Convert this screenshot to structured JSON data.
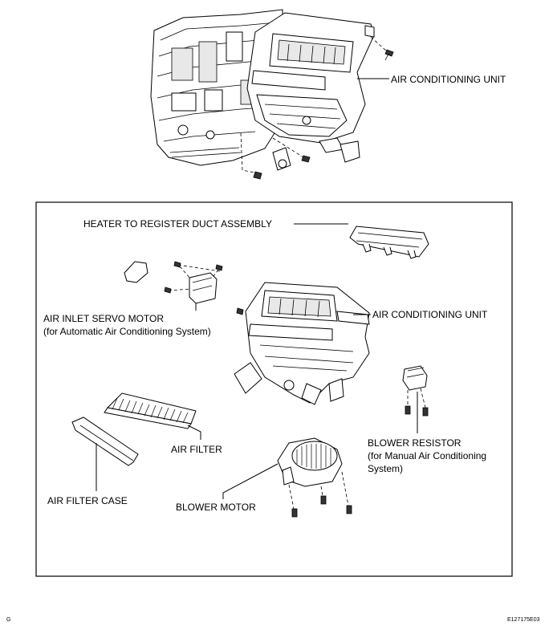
{
  "top_view": {
    "label_ac_unit": "AIR CONDITIONING UNIT"
  },
  "exploded_view": {
    "label_heater_duct": "HEATER TO REGISTER DUCT ASSEMBLY",
    "label_servo_line1": "AIR INLET SERVO MOTOR",
    "label_servo_line2": "(for Automatic Air Conditioning System)",
    "label_ac_unit": "AIR CONDITIONING UNIT",
    "label_air_filter": "AIR FILTER",
    "label_blower_resistor_line1": "BLOWER RESISTOR",
    "label_blower_resistor_line2": "(for Manual Air Conditioning",
    "label_blower_resistor_line3": "System)",
    "label_air_filter_case": "AIR FILTER CASE",
    "label_blower_motor": "BLOWER MOTOR"
  },
  "footer": {
    "page_letter": "G",
    "figure_code": "E127175E03"
  }
}
